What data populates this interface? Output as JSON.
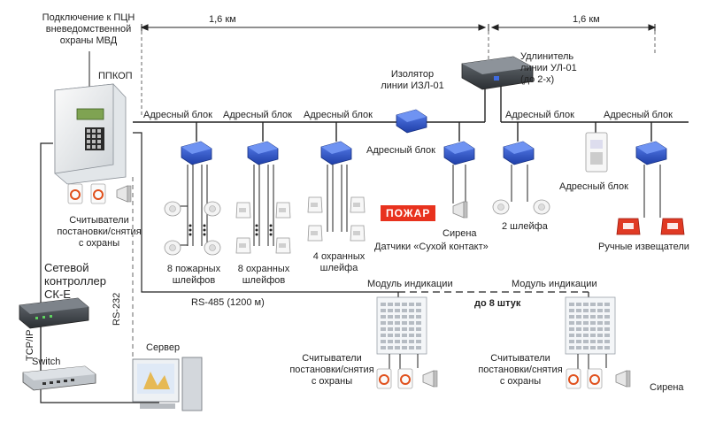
{
  "labels": {
    "pcn": "Подключение к ПЦН\nвневедомственной\nохраны МВД",
    "ppkop": "ППКОП",
    "dist1": "1,6 км",
    "dist2": "1,6 км",
    "isolator": "Изолятор\nлинии ИЗЛ-01",
    "extender": "Удлинитель\nлинии УЛ-01\n(до 2-х)",
    "block1": "Адресный блок",
    "block2": "Адресный блок",
    "block3": "Адресный блок",
    "block4": "Адресный блок",
    "block5": "Адресный блок",
    "block6": "Адресный блок",
    "block7": "Адресный блок",
    "readers_top": "Считыватели\nпостановки/снятия\nс охраны",
    "fire_loops": "8 пожарных\nшлейфов",
    "guard_loops8": "8 охранных\nшлейфов",
    "guard_loops4": "4 охранных\nшлейфа",
    "fire_sign": "ПОЖАР",
    "dry_contact": "Датчики «Сухой контакт»",
    "siren1": "Сирена",
    "loops2": "2 шлейфа",
    "manual": "Ручные извещатели",
    "controller": "Сетевой\nконтроллер\nСК-Е",
    "rs485": "RS-485 (1200 м)",
    "rs232": "RS-232",
    "tcpip": "TCP/IP",
    "switch": "Switch",
    "server": "Сервер",
    "module1": "Модуль индикации",
    "module2": "Модуль индикации",
    "upto8": "до 8 штук",
    "readers_b1": "Считыватели\nпостановки/снятия\nс охраны",
    "readers_b2": "Считыватели\nпостановки/снятия\nс охраны",
    "siren2": "Сирена"
  },
  "colors": {
    "device_blue": "#2d55c8",
    "line": "#222222",
    "fire_red": "#e8321e",
    "panel_gray": "#e9ecef"
  },
  "icons": [
    "panel",
    "address-block",
    "isolator",
    "extender",
    "smoke-detector",
    "motion-sensor",
    "reader",
    "siren",
    "manual-call-point",
    "network-controller",
    "switch",
    "server",
    "indication-module"
  ]
}
